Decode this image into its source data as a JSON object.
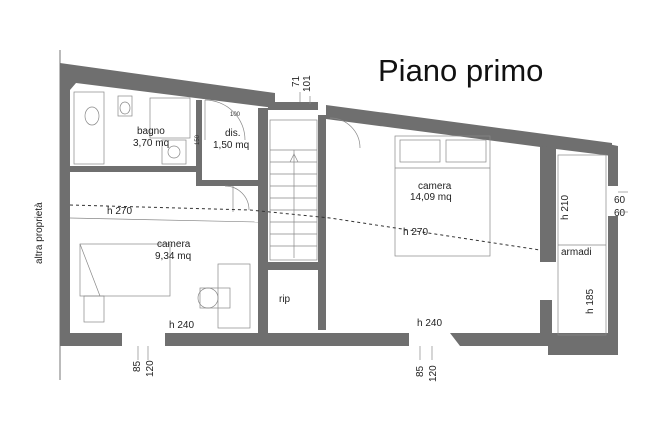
{
  "title": "Piano primo",
  "side_label": "altra proprietà",
  "rooms": {
    "bagno": {
      "name": "bagno",
      "area": "3,70 mq"
    },
    "dis": {
      "name": "dis.",
      "area": "1,50 mq"
    },
    "camera1": {
      "name": "camera",
      "area": "14,09 mq"
    },
    "camera2": {
      "name": "camera",
      "area": "9,34 mq"
    },
    "rip": {
      "name": "rip"
    },
    "armadi": {
      "name": "armadi"
    }
  },
  "heights": {
    "left_upper": "h 270",
    "center": "h 270",
    "bottom_left": "h 240",
    "bottom_right": "h 240",
    "right_top": "h 210",
    "right_bottom": "h 185"
  },
  "dimensions": {
    "top_71": "71",
    "top_101": "101",
    "right_60a": "60",
    "right_60b": "60",
    "bottom_left_85": "85",
    "bottom_left_120": "120",
    "bottom_mid_85": "85",
    "bottom_mid_120": "120",
    "bath_100": "100",
    "bath_150": "150"
  }
}
